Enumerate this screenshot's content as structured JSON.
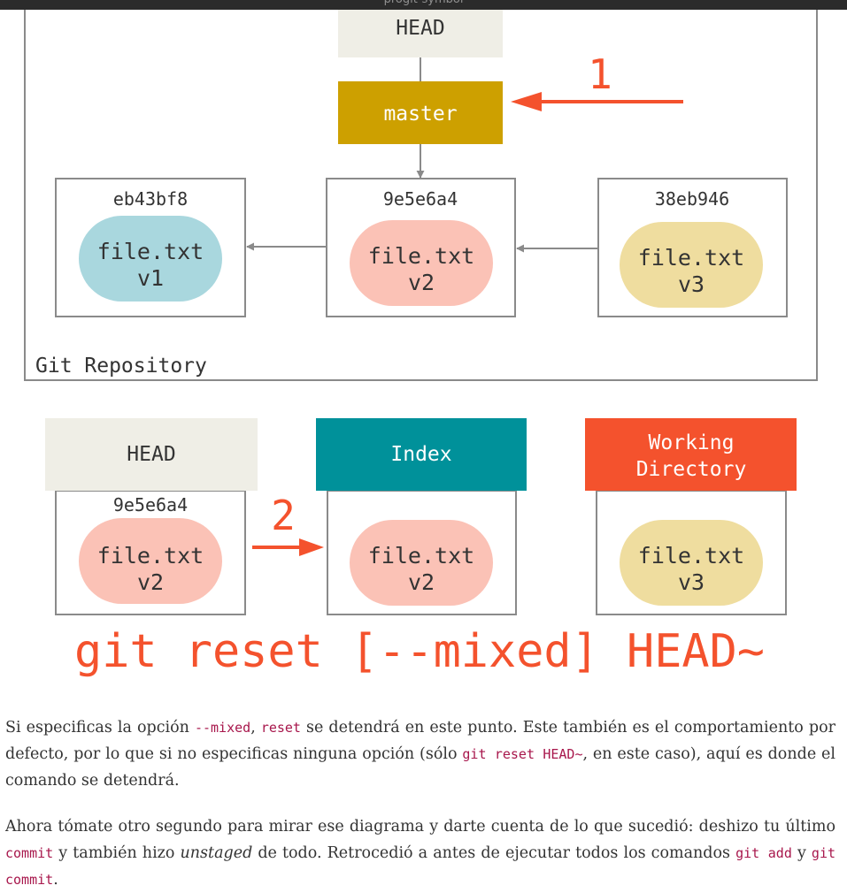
{
  "window": {
    "title": "progit-symbol"
  },
  "diagram": {
    "repo": {
      "head_label": "HEAD",
      "branch_label": "master",
      "step_number": "1",
      "frame_label": "Git Repository",
      "commits": [
        {
          "hash": "eb43bf8",
          "file": "file.txt",
          "version": "v1",
          "color": "#a9d7de"
        },
        {
          "hash": "9e5e6a4",
          "file": "file.txt",
          "version": "v2",
          "color": "#fbc2b6"
        },
        {
          "hash": "38eb946",
          "file": "file.txt",
          "version": "v3",
          "color": "#efdd9f"
        }
      ]
    },
    "trees": {
      "step_number": "2",
      "columns": [
        {
          "header_lines": [
            "HEAD"
          ],
          "hash": "9e5e6a4",
          "file": "file.txt",
          "version": "v2",
          "header_color": "#efeee6",
          "header_text_color": "#333333",
          "blob_color": "#fbc2b6"
        },
        {
          "header_lines": [
            "Index"
          ],
          "hash": "",
          "file": "file.txt",
          "version": "v2",
          "header_color": "#00919a",
          "header_text_color": "#ffffff",
          "blob_color": "#fbc2b6"
        },
        {
          "header_lines": [
            "Working",
            "Directory"
          ],
          "hash": "",
          "file": "file.txt",
          "version": "v3",
          "header_color": "#f4522d",
          "header_text_color": "#ffffff",
          "blob_color": "#efdd9f"
        }
      ]
    },
    "command": "git reset [--mixed] HEAD~",
    "colors": {
      "branch": "#cda000",
      "head": "#efeee6",
      "accent_red": "#f4522d",
      "arrow_gray": "#8a8a8a",
      "frame": "#8a8a8a"
    }
  },
  "text": {
    "p1": {
      "t1": "Si especificas la opción ",
      "c1": "--mixed",
      "t2": ", ",
      "c2": "reset",
      "t3": " se detendrá en este punto. Este también es el comportamiento por defecto, por lo que si no especificas ninguna opción (sólo ",
      "c3": "git reset HEAD~",
      "t4": ", en este caso), aquí es donde el comando se detendrá."
    },
    "p2": {
      "t1": "Ahora tómate otro segundo para mirar ese diagrama y darte cuenta de lo que sucedió: deshizo tu último ",
      "c1": "commit",
      "t2": " y también hizo ",
      "em1": "unstaged",
      "t3": " de todo. Retrocedió a antes de ejecutar todos los comandos ",
      "c2": "git add",
      "t4": " y ",
      "c3": "git commit",
      "t5": "."
    }
  }
}
